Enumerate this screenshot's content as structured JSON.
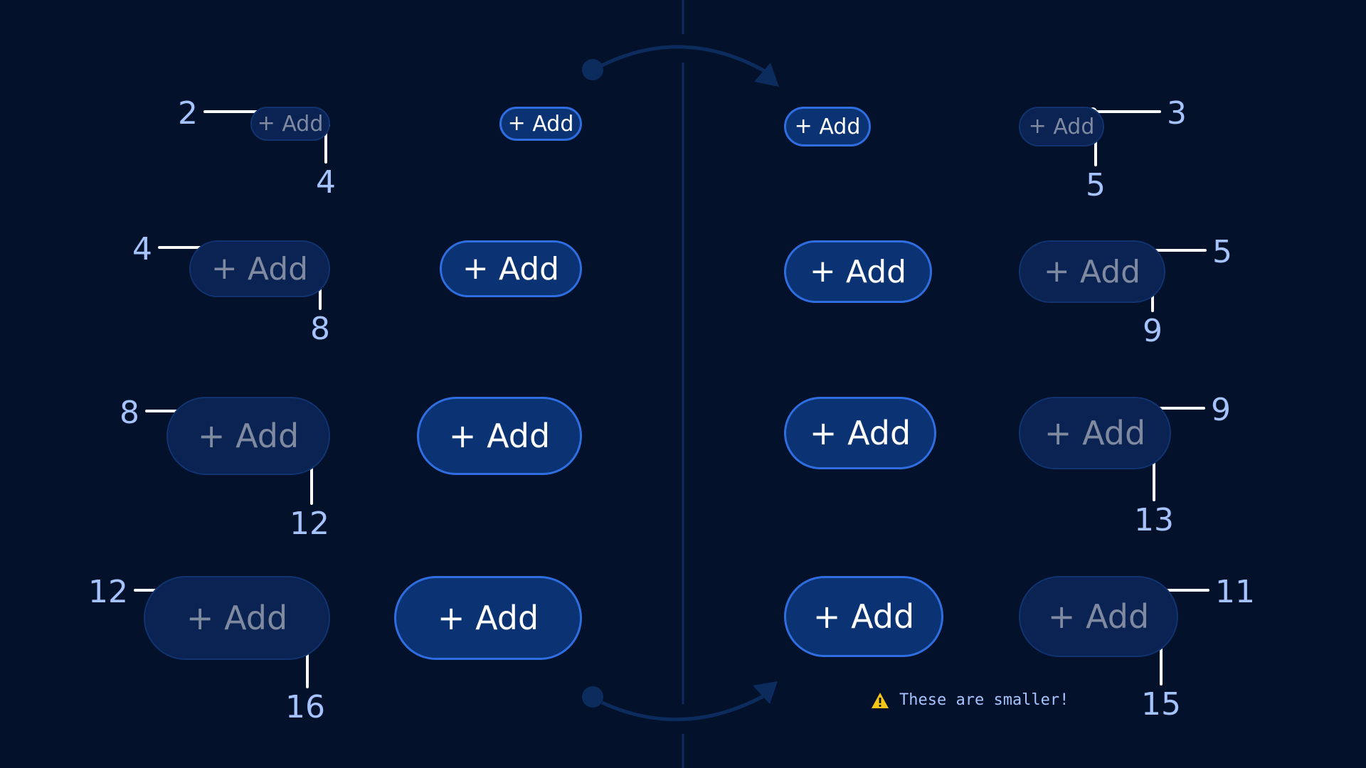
{
  "colors": {
    "background": "#03112b",
    "divider": "#0d2c5e",
    "active_fill": "#0b3272",
    "active_border": "#2f6ee0",
    "ghost_fill": "#0a2352",
    "ghost_border": "#11336f",
    "ghost_text": "#7f8aa1",
    "annotation_text": "#a5c3ff",
    "leader_line": "#ffffff",
    "warning": "#f5c518"
  },
  "button_label": "Add",
  "plus_glyph": "+",
  "note": {
    "icon": "warning-icon",
    "text": "These are smaller!"
  },
  "left_side": {
    "rows": [
      {
        "outer": "2",
        "inner": "4"
      },
      {
        "outer": "4",
        "inner": "8"
      },
      {
        "outer": "8",
        "inner": "12"
      },
      {
        "outer": "12",
        "inner": "16"
      }
    ]
  },
  "right_side": {
    "rows": [
      {
        "outer": "3",
        "inner": "5"
      },
      {
        "outer": "5",
        "inner": "9"
      },
      {
        "outer": "9",
        "inner": "13"
      },
      {
        "outer": "11",
        "inner": "15"
      }
    ]
  }
}
